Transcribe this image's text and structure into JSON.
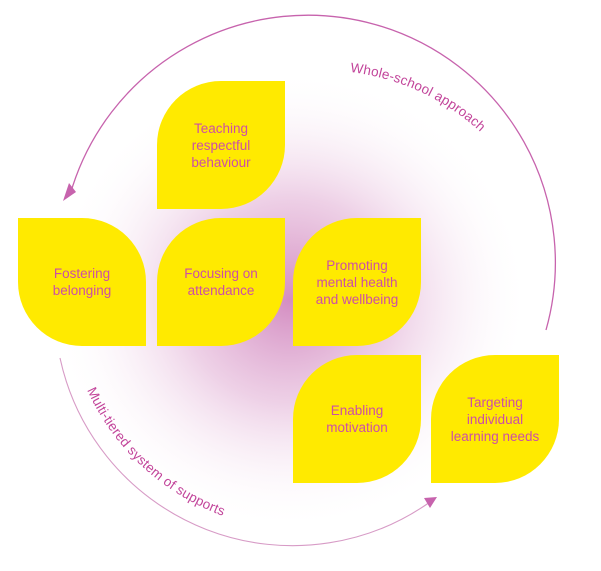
{
  "colors": {
    "tile": "#ffea00",
    "tile_text": "#cc4fa6",
    "arc": "#c763ad",
    "arc_label": "#c2449a",
    "glow": "#b0308f"
  },
  "diagram": {
    "outer_arc_label": "Whole-school approach",
    "inner_arc_label": "Multi-tiered system of supports",
    "tiles": [
      {
        "id": "teaching",
        "label": "Teaching\nrespectful\nbehaviour"
      },
      {
        "id": "fostering",
        "label": "Fostering\nbelonging"
      },
      {
        "id": "attendance",
        "label": "Focusing on\nattendance"
      },
      {
        "id": "promoting",
        "label": "Promoting\nmental health\nand wellbeing"
      },
      {
        "id": "enabling",
        "label": "Enabling\nmotivation"
      },
      {
        "id": "targeting",
        "label": "Targeting\nindividual\nlearning needs"
      }
    ]
  }
}
